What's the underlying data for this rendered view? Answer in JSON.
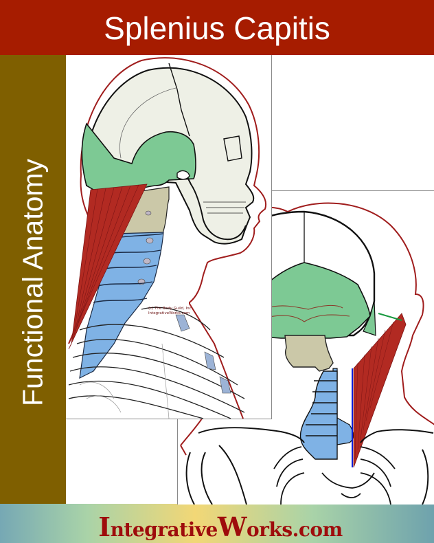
{
  "header": {
    "title": "Splenius Capitis",
    "background": "#a61c00"
  },
  "sidebar": {
    "label": "Functional Anatomy",
    "background": "#7f5f00"
  },
  "illustrations": {
    "lateral_view": {
      "copyright_line1": "(c) The Body Guild, Inc",
      "copyright_line2": "IntegrativeWorks.com"
    },
    "posterior_view": {}
  },
  "colors": {
    "muscle": "#b22a22",
    "occipital_bone": "#7dc994",
    "cervical_upper": "#cbc8a8",
    "cervical_lower": "#7fb2e5",
    "skull": "#eef0e6",
    "outline": "#a01d1d",
    "midline": "#0a1ed8"
  },
  "footer": {
    "brand_cap1": "I",
    "brand_part1": "ntegrative",
    "brand_cap2": "W",
    "brand_part2": "orks.com"
  }
}
